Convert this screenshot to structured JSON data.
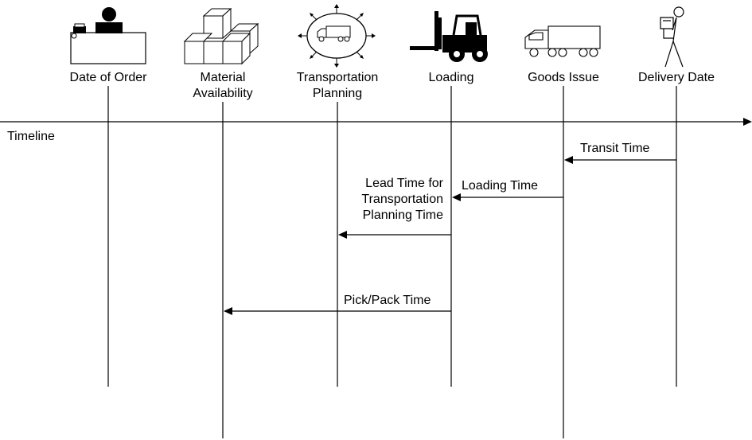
{
  "timeline_label": "Timeline",
  "milestones": [
    {
      "label": "Date of Order",
      "icon": "desk-telephone-icon"
    },
    {
      "label": "Material\nAvailability",
      "icon": "stacked-boxes-icon"
    },
    {
      "label": "Transportation\nPlanning",
      "icon": "route-planning-truck-icon"
    },
    {
      "label": "Loading",
      "icon": "forklift-icon"
    },
    {
      "label": "Goods Issue",
      "icon": "truck-icon"
    },
    {
      "label": "Delivery Date",
      "icon": "delivery-person-icon"
    }
  ],
  "durations": [
    {
      "label": "Transit Time"
    },
    {
      "label": "Loading Time"
    },
    {
      "label": "Lead Time for\nTransportation\nPlanning Time"
    },
    {
      "label": "Pick/Pack Time"
    }
  ]
}
